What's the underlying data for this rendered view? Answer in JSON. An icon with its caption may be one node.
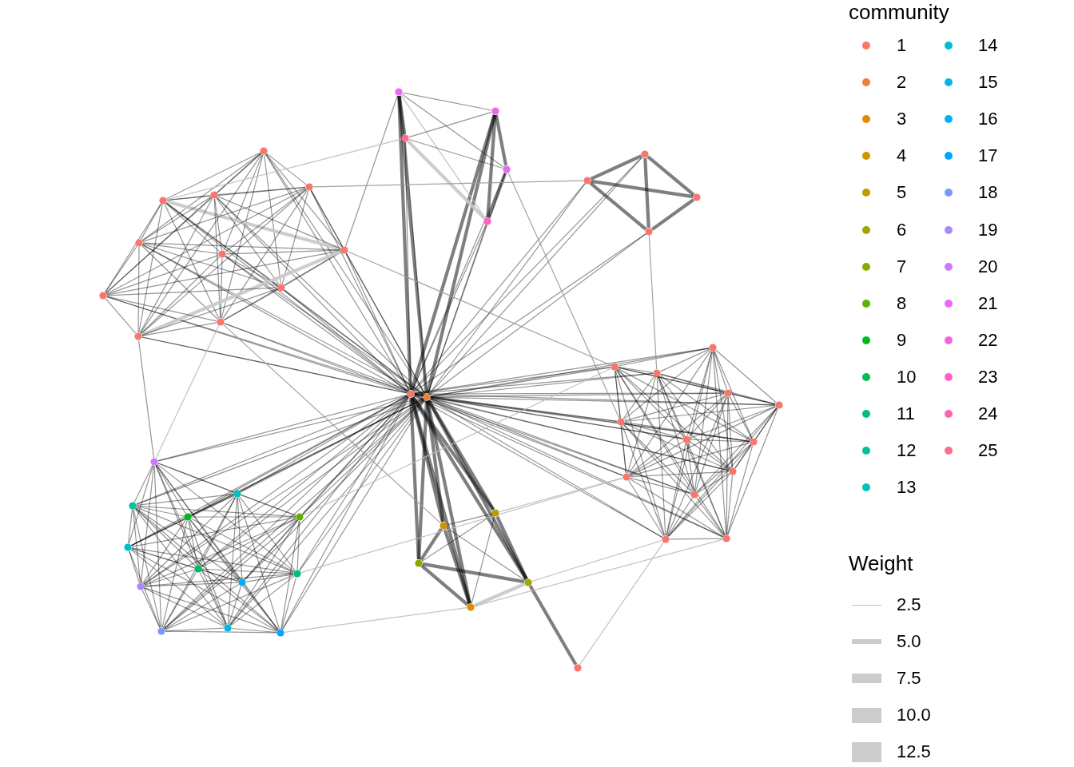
{
  "diagram": {
    "nodes": [
      {
        "text": [],
        "shape": "circle"
      },
      {
        "text": [],
        "shape": "circle"
      },
      {
        "text": [],
        "shape": "circle"
      },
      {
        "text": [],
        "shape": "circle"
      },
      {
        "text": [],
        "shape": "circle"
      },
      {
        "text": [],
        "shape": "circle"
      },
      {
        "text": [],
        "shape": "circle"
      },
      {
        "text": [],
        "shape": "circle"
      },
      {
        "text": [],
        "shape": "circle"
      },
      {
        "text": [],
        "shape": "circle"
      },
      {
        "text": [],
        "shape": "circle"
      },
      {
        "text": [],
        "shape": "circle"
      },
      {
        "text": [],
        "shape": "circle"
      },
      {
        "text": [],
        "shape": "circle"
      },
      {
        "text": [],
        "shape": "circle"
      },
      {
        "text": [],
        "shape": "circle"
      },
      {
        "text": [],
        "shape": "circle"
      },
      {
        "text": [],
        "shape": "circle"
      },
      {
        "text": [],
        "shape": "circle"
      },
      {
        "text": [],
        "shape": "circle"
      },
      {
        "text": [],
        "shape": "circle"
      },
      {
        "text": [],
        "shape": "circle"
      },
      {
        "text": [],
        "shape": "circle"
      },
      {
        "text": [],
        "shape": "circle"
      },
      {
        "text": [],
        "shape": "circle"
      },
      {
        "text": [],
        "shape": "circle"
      },
      {
        "text": [],
        "shape": "circle"
      },
      {
        "text": [],
        "shape": "circle"
      },
      {
        "text": [],
        "shape": "circle"
      },
      {
        "text": [],
        "shape": "circle"
      },
      {
        "text": [],
        "shape": "circle"
      },
      {
        "text": [],
        "shape": "circle"
      },
      {
        "text": [],
        "shape": "circle"
      },
      {
        "text": [],
        "shape": "circle"
      },
      {
        "text": [],
        "shape": "circle"
      },
      {
        "text": [],
        "shape": "circle"
      },
      {
        "text": [],
        "shape": "circle"
      },
      {
        "text": [],
        "shape": "circle"
      },
      {
        "text": [],
        "shape": "circle"
      },
      {
        "text": [],
        "shape": "circle"
      },
      {
        "text": [],
        "shape": "circle"
      },
      {
        "text": [],
        "shape": "circle"
      },
      {
        "text": [],
        "shape": "circle"
      },
      {
        "text": [],
        "shape": "circle"
      },
      {
        "text": [],
        "shape": "circle"
      },
      {
        "text": [],
        "shape": "circle"
      },
      {
        "text": [],
        "shape": "circle"
      },
      {
        "text": [],
        "shape": "circle"
      },
      {
        "text": [],
        "shape": "circle"
      },
      {
        "text": [],
        "shape": "circle"
      },
      {
        "text": [],
        "shape": "circle"
      },
      {
        "text": [],
        "shape": "circle"
      },
      {
        "text": [],
        "shape": "circle"
      },
      {
        "text": [],
        "shape": "circle"
      }
    ],
    "edges": [
      {
        "from": 20,
        "to": 21,
        "arrow": "none"
      },
      {
        "from": 20,
        "to": 0,
        "arrow": "none"
      },
      {
        "from": 20,
        "to": 1,
        "arrow": "none"
      },
      {
        "from": 20,
        "to": 2,
        "arrow": "none"
      },
      {
        "from": 20,
        "to": 3,
        "arrow": "none"
      },
      {
        "from": 20,
        "to": 4,
        "arrow": "none"
      },
      {
        "from": 20,
        "to": 5,
        "arrow": "none"
      },
      {
        "from": 20,
        "to": 6,
        "arrow": "none"
      },
      {
        "from": 20,
        "to": 7,
        "arrow": "none"
      },
      {
        "from": 20,
        "to": 8,
        "arrow": "none"
      },
      {
        "from": 20,
        "to": 9,
        "arrow": "none"
      },
      {
        "from": 20,
        "to": 10,
        "arrow": "none"
      },
      {
        "from": 20,
        "to": 11,
        "arrow": "none",
        "style": "thick"
      },
      {
        "from": 20,
        "to": 12,
        "arrow": "none",
        "style": "thick"
      },
      {
        "from": 20,
        "to": 13,
        "arrow": "none"
      },
      {
        "from": 20,
        "to": 14,
        "arrow": "none"
      },
      {
        "from": 20,
        "to": 15,
        "arrow": "none"
      },
      {
        "from": 20,
        "to": 16,
        "arrow": "none"
      },
      {
        "from": 20,
        "to": 17,
        "arrow": "none"
      },
      {
        "from": 20,
        "to": 19,
        "arrow": "none"
      },
      {
        "from": 20,
        "to": 22,
        "arrow": "none"
      },
      {
        "from": 20,
        "to": 23,
        "arrow": "none"
      },
      {
        "from": 20,
        "to": 24,
        "arrow": "none"
      },
      {
        "from": 20,
        "to": 25,
        "arrow": "none"
      },
      {
        "from": 20,
        "to": 26,
        "arrow": "none"
      },
      {
        "from": 20,
        "to": 27,
        "arrow": "none"
      },
      {
        "from": 20,
        "to": 28,
        "arrow": "none"
      },
      {
        "from": 20,
        "to": 29,
        "arrow": "none"
      },
      {
        "from": 20,
        "to": 30,
        "arrow": "none"
      },
      {
        "from": 20,
        "to": 31,
        "arrow": "none"
      },
      {
        "from": 20,
        "to": 32,
        "arrow": "none"
      },
      {
        "from": 20,
        "to": 33,
        "arrow": "none"
      },
      {
        "from": 20,
        "to": 34,
        "arrow": "none"
      },
      {
        "from": 20,
        "to": 35,
        "arrow": "none"
      },
      {
        "from": 20,
        "to": 36,
        "arrow": "none"
      },
      {
        "from": 20,
        "to": 37,
        "arrow": "none"
      },
      {
        "from": 20,
        "to": 38,
        "arrow": "none"
      },
      {
        "from": 20,
        "to": 39,
        "arrow": "none"
      },
      {
        "from": 20,
        "to": 40,
        "arrow": "none"
      },
      {
        "from": 20,
        "to": 41,
        "arrow": "none"
      },
      {
        "from": 20,
        "to": 42,
        "arrow": "none"
      },
      {
        "from": 20,
        "to": 43,
        "arrow": "none"
      },
      {
        "from": 20,
        "to": 44,
        "arrow": "none"
      },
      {
        "from": 20,
        "to": 45,
        "arrow": "none"
      },
      {
        "from": 20,
        "to": 46,
        "arrow": "none"
      },
      {
        "from": 20,
        "to": 47,
        "arrow": "none"
      },
      {
        "from": 20,
        "to": 48,
        "arrow": "none",
        "style": "thick"
      },
      {
        "from": 20,
        "to": 49,
        "arrow": "none",
        "style": "thick"
      },
      {
        "from": 20,
        "to": 50,
        "arrow": "none",
        "style": "thick"
      },
      {
        "from": 20,
        "to": 51,
        "arrow": "none",
        "style": "thick"
      },
      {
        "from": 20,
        "to": 52,
        "arrow": "none",
        "style": "thick"
      },
      {
        "from": 21,
        "to": 0,
        "arrow": "none"
      },
      {
        "from": 21,
        "to": 1,
        "arrow": "none"
      },
      {
        "from": 21,
        "to": 2,
        "arrow": "none"
      },
      {
        "from": 21,
        "to": 3,
        "arrow": "none"
      },
      {
        "from": 21,
        "to": 4,
        "arrow": "none"
      },
      {
        "from": 21,
        "to": 5,
        "arrow": "none"
      },
      {
        "from": 21,
        "to": 6,
        "arrow": "none"
      },
      {
        "from": 21,
        "to": 7,
        "arrow": "none"
      },
      {
        "from": 21,
        "to": 8,
        "arrow": "none"
      },
      {
        "from": 21,
        "to": 9,
        "arrow": "none"
      },
      {
        "from": 21,
        "to": 10,
        "arrow": "none"
      },
      {
        "from": 21,
        "to": 11,
        "arrow": "none",
        "style": "thick"
      },
      {
        "from": 21,
        "to": 12,
        "arrow": "none",
        "style": "thick"
      },
      {
        "from": 21,
        "to": 13,
        "arrow": "none"
      },
      {
        "from": 21,
        "to": 14,
        "arrow": "none"
      },
      {
        "from": 21,
        "to": 15,
        "arrow": "none"
      },
      {
        "from": 21,
        "to": 16,
        "arrow": "none"
      },
      {
        "from": 21,
        "to": 17,
        "arrow": "none"
      },
      {
        "from": 21,
        "to": 19,
        "arrow": "none"
      },
      {
        "from": 21,
        "to": 22,
        "arrow": "none"
      },
      {
        "from": 21,
        "to": 23,
        "arrow": "none"
      },
      {
        "from": 21,
        "to": 24,
        "arrow": "none"
      },
      {
        "from": 21,
        "to": 25,
        "arrow": "none"
      },
      {
        "from": 21,
        "to": 26,
        "arrow": "none"
      },
      {
        "from": 21,
        "to": 27,
        "arrow": "none"
      },
      {
        "from": 21,
        "to": 28,
        "arrow": "none"
      },
      {
        "from": 21,
        "to": 29,
        "arrow": "none"
      },
      {
        "from": 21,
        "to": 30,
        "arrow": "none"
      },
      {
        "from": 21,
        "to": 31,
        "arrow": "none"
      },
      {
        "from": 21,
        "to": 32,
        "arrow": "none"
      },
      {
        "from": 21,
        "to": 33,
        "arrow": "none"
      },
      {
        "from": 21,
        "to": 34,
        "arrow": "none"
      },
      {
        "from": 21,
        "to": 35,
        "arrow": "none"
      },
      {
        "from": 21,
        "to": 36,
        "arrow": "none"
      },
      {
        "from": 21,
        "to": 37,
        "arrow": "none"
      },
      {
        "from": 21,
        "to": 38,
        "arrow": "none"
      },
      {
        "from": 21,
        "to": 39,
        "arrow": "none"
      },
      {
        "from": 21,
        "to": 40,
        "arrow": "none"
      },
      {
        "from": 21,
        "to": 41,
        "arrow": "none"
      },
      {
        "from": 21,
        "to": 42,
        "arrow": "none"
      },
      {
        "from": 21,
        "to": 43,
        "arrow": "none"
      },
      {
        "from": 21,
        "to": 44,
        "arrow": "none"
      },
      {
        "from": 21,
        "to": 45,
        "arrow": "none"
      },
      {
        "from": 21,
        "to": 46,
        "arrow": "none"
      },
      {
        "from": 21,
        "to": 47,
        "arrow": "none"
      },
      {
        "from": 21,
        "to": 48,
        "arrow": "none",
        "style": "thick"
      },
      {
        "from": 21,
        "to": 49,
        "arrow": "none",
        "style": "thick"
      },
      {
        "from": 21,
        "to": 50,
        "arrow": "none",
        "style": "thick"
      },
      {
        "from": 21,
        "to": 51,
        "arrow": "none",
        "style": "thick"
      },
      {
        "from": 21,
        "to": 52,
        "arrow": "none",
        "style": "thick"
      },
      {
        "from": 0,
        "to": 1,
        "arrow": "none"
      },
      {
        "from": 0,
        "to": 2,
        "arrow": "none"
      },
      {
        "from": 0,
        "to": 3,
        "arrow": "none"
      },
      {
        "from": 0,
        "to": 4,
        "arrow": "none"
      },
      {
        "from": 0,
        "to": 5,
        "arrow": "none"
      },
      {
        "from": 0,
        "to": 6,
        "arrow": "none"
      },
      {
        "from": 0,
        "to": 7,
        "arrow": "none"
      },
      {
        "from": 0,
        "to": 8,
        "arrow": "none"
      },
      {
        "from": 0,
        "to": 9,
        "arrow": "none"
      },
      {
        "from": 0,
        "to": 10,
        "arrow": "none"
      },
      {
        "from": 1,
        "to": 2,
        "arrow": "none"
      },
      {
        "from": 1,
        "to": 3,
        "arrow": "none"
      },
      {
        "from": 1,
        "to": 4,
        "arrow": "none"
      },
      {
        "from": 1,
        "to": 5,
        "arrow": "none"
      },
      {
        "from": 1,
        "to": 6,
        "arrow": "none",
        "style": "thick",
        "color": "#c8c8c8"
      },
      {
        "from": 1,
        "to": 7,
        "arrow": "none"
      },
      {
        "from": 1,
        "to": 8,
        "arrow": "none"
      },
      {
        "from": 1,
        "to": 9,
        "arrow": "none"
      },
      {
        "from": 1,
        "to": 10,
        "arrow": "none"
      },
      {
        "from": 2,
        "to": 3,
        "arrow": "none"
      },
      {
        "from": 2,
        "to": 4,
        "arrow": "none"
      },
      {
        "from": 2,
        "to": 5,
        "arrow": "none"
      },
      {
        "from": 2,
        "to": 6,
        "arrow": "none"
      },
      {
        "from": 2,
        "to": 7,
        "arrow": "none"
      },
      {
        "from": 2,
        "to": 8,
        "arrow": "none"
      },
      {
        "from": 2,
        "to": 9,
        "arrow": "none"
      },
      {
        "from": 2,
        "to": 10,
        "arrow": "none"
      },
      {
        "from": 3,
        "to": 4,
        "arrow": "none"
      },
      {
        "from": 3,
        "to": 5,
        "arrow": "none"
      },
      {
        "from": 3,
        "to": 6,
        "arrow": "none"
      },
      {
        "from": 3,
        "to": 7,
        "arrow": "none"
      },
      {
        "from": 3,
        "to": 8,
        "arrow": "none"
      },
      {
        "from": 3,
        "to": 9,
        "arrow": "none"
      },
      {
        "from": 3,
        "to": 10,
        "arrow": "none"
      },
      {
        "from": 4,
        "to": 5,
        "arrow": "none"
      },
      {
        "from": 4,
        "to": 6,
        "arrow": "none"
      },
      {
        "from": 4,
        "to": 7,
        "arrow": "none"
      },
      {
        "from": 4,
        "to": 8,
        "arrow": "none"
      },
      {
        "from": 4,
        "to": 9,
        "arrow": "none"
      },
      {
        "from": 4,
        "to": 10,
        "arrow": "none"
      },
      {
        "from": 5,
        "to": 6,
        "arrow": "none"
      },
      {
        "from": 5,
        "to": 7,
        "arrow": "none"
      },
      {
        "from": 5,
        "to": 8,
        "arrow": "none"
      },
      {
        "from": 5,
        "to": 9,
        "arrow": "none"
      },
      {
        "from": 5,
        "to": 10,
        "arrow": "none"
      },
      {
        "from": 6,
        "to": 7,
        "arrow": "none"
      },
      {
        "from": 6,
        "to": 8,
        "arrow": "none"
      },
      {
        "from": 6,
        "to": 9,
        "arrow": "none"
      },
      {
        "from": 6,
        "to": 10,
        "arrow": "none",
        "style": "thick",
        "color": "#c8c8c8"
      },
      {
        "from": 7,
        "to": 8,
        "arrow": "none"
      },
      {
        "from": 7,
        "to": 9,
        "arrow": "none"
      },
      {
        "from": 7,
        "to": 10,
        "arrow": "none"
      },
      {
        "from": 8,
        "to": 9,
        "arrow": "none"
      },
      {
        "from": 8,
        "to": 10,
        "arrow": "none"
      },
      {
        "from": 9,
        "to": 10,
        "arrow": "none"
      },
      {
        "from": 11,
        "to": 12,
        "arrow": "none"
      },
      {
        "from": 11,
        "to": 13,
        "arrow": "none",
        "style": "thick"
      },
      {
        "from": 11,
        "to": 14,
        "arrow": "none"
      },
      {
        "from": 11,
        "to": 15,
        "arrow": "none",
        "color": "#bbbbbb"
      },
      {
        "from": 12,
        "to": 13,
        "arrow": "none"
      },
      {
        "from": 12,
        "to": 14,
        "arrow": "none",
        "style": "thick"
      },
      {
        "from": 12,
        "to": 15,
        "arrow": "none",
        "style": "thick"
      },
      {
        "from": 13,
        "to": 14,
        "arrow": "none"
      },
      {
        "from": 13,
        "to": 15,
        "arrow": "none",
        "style": "thick",
        "color": "#c8c8c8"
      },
      {
        "from": 14,
        "to": 15,
        "arrow": "none",
        "style": "thick"
      },
      {
        "from": 16,
        "to": 17,
        "arrow": "none",
        "style": "thick"
      },
      {
        "from": 16,
        "to": 18,
        "arrow": "none",
        "style": "thick"
      },
      {
        "from": 16,
        "to": 19,
        "arrow": "none",
        "style": "thick"
      },
      {
        "from": 17,
        "to": 18,
        "arrow": "none",
        "style": "thick"
      },
      {
        "from": 17,
        "to": 19,
        "arrow": "none",
        "style": "thick"
      },
      {
        "from": 18,
        "to": 19,
        "arrow": "none",
        "style": "thick"
      },
      {
        "from": 22,
        "to": 23,
        "arrow": "none"
      },
      {
        "from": 22,
        "to": 24,
        "arrow": "none"
      },
      {
        "from": 22,
        "to": 25,
        "arrow": "none"
      },
      {
        "from": 22,
        "to": 26,
        "arrow": "none"
      },
      {
        "from": 22,
        "to": 27,
        "arrow": "none"
      },
      {
        "from": 22,
        "to": 28,
        "arrow": "none"
      },
      {
        "from": 22,
        "to": 29,
        "arrow": "none"
      },
      {
        "from": 22,
        "to": 30,
        "arrow": "none"
      },
      {
        "from": 22,
        "to": 31,
        "arrow": "none"
      },
      {
        "from": 22,
        "to": 32,
        "arrow": "none"
      },
      {
        "from": 22,
        "to": 33,
        "arrow": "none"
      },
      {
        "from": 22,
        "to": 34,
        "arrow": "none"
      },
      {
        "from": 23,
        "to": 24,
        "arrow": "none"
      },
      {
        "from": 23,
        "to": 25,
        "arrow": "none"
      },
      {
        "from": 23,
        "to": 26,
        "arrow": "none"
      },
      {
        "from": 23,
        "to": 27,
        "arrow": "none"
      },
      {
        "from": 23,
        "to": 28,
        "arrow": "none"
      },
      {
        "from": 23,
        "to": 29,
        "arrow": "none"
      },
      {
        "from": 23,
        "to": 30,
        "arrow": "none"
      },
      {
        "from": 23,
        "to": 31,
        "arrow": "none"
      },
      {
        "from": 23,
        "to": 32,
        "arrow": "none"
      },
      {
        "from": 23,
        "to": 33,
        "arrow": "none"
      },
      {
        "from": 23,
        "to": 34,
        "arrow": "none"
      },
      {
        "from": 24,
        "to": 25,
        "arrow": "none"
      },
      {
        "from": 24,
        "to": 26,
        "arrow": "none"
      },
      {
        "from": 24,
        "to": 27,
        "arrow": "none"
      },
      {
        "from": 24,
        "to": 28,
        "arrow": "none"
      },
      {
        "from": 24,
        "to": 29,
        "arrow": "none"
      },
      {
        "from": 24,
        "to": 30,
        "arrow": "none"
      },
      {
        "from": 24,
        "to": 31,
        "arrow": "none"
      },
      {
        "from": 24,
        "to": 32,
        "arrow": "none"
      },
      {
        "from": 24,
        "to": 33,
        "arrow": "none"
      },
      {
        "from": 24,
        "to": 34,
        "arrow": "none"
      },
      {
        "from": 25,
        "to": 26,
        "arrow": "none"
      },
      {
        "from": 25,
        "to": 27,
        "arrow": "none"
      },
      {
        "from": 25,
        "to": 28,
        "arrow": "none"
      },
      {
        "from": 25,
        "to": 29,
        "arrow": "none"
      },
      {
        "from": 25,
        "to": 30,
        "arrow": "none"
      },
      {
        "from": 25,
        "to": 31,
        "arrow": "none"
      },
      {
        "from": 25,
        "to": 32,
        "arrow": "none"
      },
      {
        "from": 25,
        "to": 33,
        "arrow": "none"
      },
      {
        "from": 25,
        "to": 34,
        "arrow": "none"
      },
      {
        "from": 26,
        "to": 27,
        "arrow": "none"
      },
      {
        "from": 26,
        "to": 28,
        "arrow": "none"
      },
      {
        "from": 26,
        "to": 29,
        "arrow": "none"
      },
      {
        "from": 26,
        "to": 30,
        "arrow": "none"
      },
      {
        "from": 26,
        "to": 31,
        "arrow": "none"
      },
      {
        "from": 26,
        "to": 32,
        "arrow": "none"
      },
      {
        "from": 26,
        "to": 33,
        "arrow": "none"
      },
      {
        "from": 26,
        "to": 34,
        "arrow": "none"
      },
      {
        "from": 27,
        "to": 28,
        "arrow": "none"
      },
      {
        "from": 27,
        "to": 29,
        "arrow": "none"
      },
      {
        "from": 27,
        "to": 30,
        "arrow": "none"
      },
      {
        "from": 27,
        "to": 31,
        "arrow": "none"
      },
      {
        "from": 27,
        "to": 32,
        "arrow": "none"
      },
      {
        "from": 27,
        "to": 33,
        "arrow": "none"
      },
      {
        "from": 27,
        "to": 34,
        "arrow": "none"
      },
      {
        "from": 28,
        "to": 29,
        "arrow": "none"
      },
      {
        "from": 28,
        "to": 30,
        "arrow": "none"
      },
      {
        "from": 28,
        "to": 31,
        "arrow": "none"
      },
      {
        "from": 28,
        "to": 32,
        "arrow": "none"
      },
      {
        "from": 28,
        "to": 33,
        "arrow": "none"
      },
      {
        "from": 28,
        "to": 34,
        "arrow": "none"
      },
      {
        "from": 29,
        "to": 30,
        "arrow": "none"
      },
      {
        "from": 29,
        "to": 31,
        "arrow": "none"
      },
      {
        "from": 29,
        "to": 32,
        "arrow": "none"
      },
      {
        "from": 29,
        "to": 33,
        "arrow": "none"
      },
      {
        "from": 29,
        "to": 34,
        "arrow": "none"
      },
      {
        "from": 30,
        "to": 31,
        "arrow": "none"
      },
      {
        "from": 30,
        "to": 32,
        "arrow": "none"
      },
      {
        "from": 30,
        "to": 33,
        "arrow": "none"
      },
      {
        "from": 30,
        "to": 34,
        "arrow": "none"
      },
      {
        "from": 31,
        "to": 32,
        "arrow": "none"
      },
      {
        "from": 31,
        "to": 33,
        "arrow": "none"
      },
      {
        "from": 31,
        "to": 34,
        "arrow": "none"
      },
      {
        "from": 32,
        "to": 33,
        "arrow": "none"
      },
      {
        "from": 32,
        "to": 34,
        "arrow": "none"
      },
      {
        "from": 33,
        "to": 34,
        "arrow": "none"
      },
      {
        "from": 35,
        "to": 36,
        "arrow": "none"
      },
      {
        "from": 35,
        "to": 37,
        "arrow": "none"
      },
      {
        "from": 35,
        "to": 38,
        "arrow": "none"
      },
      {
        "from": 35,
        "to": 39,
        "arrow": "none"
      },
      {
        "from": 35,
        "to": 40,
        "arrow": "none"
      },
      {
        "from": 35,
        "to": 41,
        "arrow": "none"
      },
      {
        "from": 35,
        "to": 42,
        "arrow": "none"
      },
      {
        "from": 35,
        "to": 43,
        "arrow": "none"
      },
      {
        "from": 35,
        "to": 44,
        "arrow": "none"
      },
      {
        "from": 35,
        "to": 45,
        "arrow": "none"
      },
      {
        "from": 35,
        "to": 46,
        "arrow": "none"
      },
      {
        "from": 35,
        "to": 47,
        "arrow": "none"
      },
      {
        "from": 36,
        "to": 37,
        "arrow": "none"
      },
      {
        "from": 36,
        "to": 38,
        "arrow": "none"
      },
      {
        "from": 36,
        "to": 39,
        "arrow": "none"
      },
      {
        "from": 36,
        "to": 40,
        "arrow": "none"
      },
      {
        "from": 36,
        "to": 41,
        "arrow": "none"
      },
      {
        "from": 36,
        "to": 42,
        "arrow": "none"
      },
      {
        "from": 36,
        "to": 43,
        "arrow": "none"
      },
      {
        "from": 36,
        "to": 44,
        "arrow": "none"
      },
      {
        "from": 36,
        "to": 45,
        "arrow": "none"
      },
      {
        "from": 36,
        "to": 46,
        "arrow": "none"
      },
      {
        "from": 36,
        "to": 47,
        "arrow": "none"
      },
      {
        "from": 37,
        "to": 38,
        "arrow": "none"
      },
      {
        "from": 37,
        "to": 39,
        "arrow": "none"
      },
      {
        "from": 37,
        "to": 40,
        "arrow": "none"
      },
      {
        "from": 37,
        "to": 41,
        "arrow": "none"
      },
      {
        "from": 37,
        "to": 42,
        "arrow": "none"
      },
      {
        "from": 37,
        "to": 43,
        "arrow": "none"
      },
      {
        "from": 37,
        "to": 44,
        "arrow": "none"
      },
      {
        "from": 37,
        "to": 45,
        "arrow": "none"
      },
      {
        "from": 37,
        "to": 46,
        "arrow": "none"
      },
      {
        "from": 37,
        "to": 47,
        "arrow": "none"
      },
      {
        "from": 38,
        "to": 39,
        "arrow": "none"
      },
      {
        "from": 38,
        "to": 40,
        "arrow": "none"
      },
      {
        "from": 38,
        "to": 41,
        "arrow": "none"
      },
      {
        "from": 38,
        "to": 42,
        "arrow": "none"
      },
      {
        "from": 38,
        "to": 43,
        "arrow": "none"
      },
      {
        "from": 38,
        "to": 44,
        "arrow": "none"
      },
      {
        "from": 38,
        "to": 45,
        "arrow": "none"
      },
      {
        "from": 38,
        "to": 46,
        "arrow": "none"
      },
      {
        "from": 38,
        "to": 47,
        "arrow": "none"
      },
      {
        "from": 39,
        "to": 40,
        "arrow": "none"
      },
      {
        "from": 39,
        "to": 41,
        "arrow": "none"
      },
      {
        "from": 39,
        "to": 42,
        "arrow": "none"
      },
      {
        "from": 39,
        "to": 43,
        "arrow": "none"
      },
      {
        "from": 39,
        "to": 44,
        "arrow": "none"
      },
      {
        "from": 39,
        "to": 45,
        "arrow": "none"
      },
      {
        "from": 39,
        "to": 46,
        "arrow": "none"
      },
      {
        "from": 39,
        "to": 47,
        "arrow": "none"
      },
      {
        "from": 40,
        "to": 41,
        "arrow": "none"
      },
      {
        "from": 40,
        "to": 42,
        "arrow": "none"
      },
      {
        "from": 40,
        "to": 43,
        "arrow": "none"
      },
      {
        "from": 40,
        "to": 44,
        "arrow": "none"
      },
      {
        "from": 40,
        "to": 45,
        "arrow": "none"
      },
      {
        "from": 40,
        "to": 46,
        "arrow": "none"
      },
      {
        "from": 40,
        "to": 47,
        "arrow": "none"
      },
      {
        "from": 41,
        "to": 42,
        "arrow": "none"
      },
      {
        "from": 41,
        "to": 43,
        "arrow": "none"
      },
      {
        "from": 41,
        "to": 44,
        "arrow": "none"
      },
      {
        "from": 41,
        "to": 45,
        "arrow": "none"
      },
      {
        "from": 41,
        "to": 46,
        "arrow": "none"
      },
      {
        "from": 41,
        "to": 47,
        "arrow": "none"
      },
      {
        "from": 42,
        "to": 43,
        "arrow": "none"
      },
      {
        "from": 42,
        "to": 44,
        "arrow": "none"
      },
      {
        "from": 42,
        "to": 45,
        "arrow": "none"
      },
      {
        "from": 42,
        "to": 46,
        "arrow": "none"
      },
      {
        "from": 42,
        "to": 47,
        "arrow": "none"
      },
      {
        "from": 43,
        "to": 44,
        "arrow": "none"
      },
      {
        "from": 43,
        "to": 45,
        "arrow": "none"
      },
      {
        "from": 43,
        "to": 46,
        "arrow": "none"
      },
      {
        "from": 43,
        "to": 47,
        "arrow": "none"
      },
      {
        "from": 44,
        "to": 45,
        "arrow": "none"
      },
      {
        "from": 44,
        "to": 46,
        "arrow": "none"
      },
      {
        "from": 44,
        "to": 47,
        "arrow": "none"
      },
      {
        "from": 45,
        "to": 46,
        "arrow": "none"
      },
      {
        "from": 45,
        "to": 47,
        "arrow": "none"
      },
      {
        "from": 46,
        "to": 47,
        "arrow": "none"
      },
      {
        "from": 48,
        "to": 49,
        "arrow": "none"
      },
      {
        "from": 48,
        "to": 50,
        "arrow": "none",
        "style": "thick"
      },
      {
        "from": 48,
        "to": 51,
        "arrow": "none"
      },
      {
        "from": 48,
        "to": 52,
        "arrow": "none",
        "style": "thick"
      },
      {
        "from": 49,
        "to": 50,
        "arrow": "none"
      },
      {
        "from": 49,
        "to": 51,
        "arrow": "none",
        "style": "thick"
      },
      {
        "from": 49,
        "to": 52,
        "arrow": "none"
      },
      {
        "from": 50,
        "to": 51,
        "arrow": "none",
        "style": "thick"
      },
      {
        "from": 50,
        "to": 52,
        "arrow": "none",
        "style": "thick"
      },
      {
        "from": 51,
        "to": 52,
        "arrow": "none",
        "style": "thick",
        "color": "#c8c8c8"
      },
      {
        "from": 51,
        "to": 53,
        "arrow": "none",
        "style": "thick"
      },
      {
        "from": 6,
        "to": 11,
        "arrow": "none"
      },
      {
        "from": 3,
        "to": 17,
        "arrow": "none",
        "color": "#999999"
      },
      {
        "from": 1,
        "to": 13,
        "arrow": "none",
        "color": "#bbbbbb"
      },
      {
        "from": 14,
        "to": 27,
        "arrow": "none",
        "color": "#999999"
      },
      {
        "from": 19,
        "to": 24,
        "arrow": "none",
        "color": "#999999"
      },
      {
        "from": 10,
        "to": 35,
        "arrow": "none"
      },
      {
        "from": 9,
        "to": 35,
        "arrow": "none",
        "color": "#bbbbbb"
      },
      {
        "from": 6,
        "to": 23,
        "arrow": "none",
        "color": "#999999"
      },
      {
        "from": 9,
        "to": 48,
        "arrow": "none",
        "color": "#999999"
      },
      {
        "from": 39,
        "to": 23,
        "arrow": "none",
        "color": "#bbbbbb"
      },
      {
        "from": 43,
        "to": 31,
        "arrow": "none",
        "color": "#bbbbbb"
      },
      {
        "from": 49,
        "to": 31,
        "arrow": "none",
        "color": "#bbbbbb"
      },
      {
        "from": 51,
        "to": 33,
        "arrow": "none",
        "color": "#bbbbbb"
      },
      {
        "from": 52,
        "to": 34,
        "arrow": "none",
        "color": "#bbbbbb"
      },
      {
        "from": 53,
        "to": 33,
        "arrow": "none",
        "color": "#bbbbbb"
      },
      {
        "from": 47,
        "to": 52,
        "arrow": "none",
        "color": "#bbbbbb"
      }
    ],
    "labels": [
      "community",
      "Weight"
    ],
    "legend": [
      {
        "text": "1",
        "color": "#f8766d"
      },
      {
        "text": "2",
        "color": "#ed8141"
      },
      {
        "text": "3",
        "color": "#e08b00"
      },
      {
        "text": "4",
        "color": "#cf9400"
      },
      {
        "text": "5",
        "color": "#bb9d00"
      },
      {
        "text": "6",
        "color": "#a3a500"
      },
      {
        "text": "7",
        "color": "#85ad00"
      },
      {
        "text": "8",
        "color": "#5bb300"
      },
      {
        "text": "9",
        "color": "#00b81f"
      },
      {
        "text": "10",
        "color": "#00bc59"
      },
      {
        "text": "11",
        "color": "#00bf7d"
      },
      {
        "text": "12",
        "color": "#00c19c"
      },
      {
        "text": "13",
        "color": "#00c0b8"
      },
      {
        "text": "14",
        "color": "#00bdd0"
      },
      {
        "text": "15",
        "color": "#00b8e5"
      },
      {
        "text": "16",
        "color": "#00b0f7"
      },
      {
        "text": "17",
        "color": "#00a5ff"
      },
      {
        "text": "18",
        "color": "#7897ff"
      },
      {
        "text": "19",
        "color": "#ac88ff"
      },
      {
        "text": "20",
        "color": "#cf78ff"
      },
      {
        "text": "21",
        "color": "#e76bf3"
      },
      {
        "text": "22",
        "color": "#f763e0"
      },
      {
        "text": "23",
        "color": "#ff61c9"
      },
      {
        "text": "24",
        "color": "#ff65ae"
      },
      {
        "text": "25",
        "color": "#fe6c90"
      },
      {
        "text": "2.5"
      },
      {
        "text": "5.0"
      },
      {
        "text": "7.5"
      },
      {
        "text": "10.0"
      },
      {
        "text": "12.5"
      }
    ]
  }
}
